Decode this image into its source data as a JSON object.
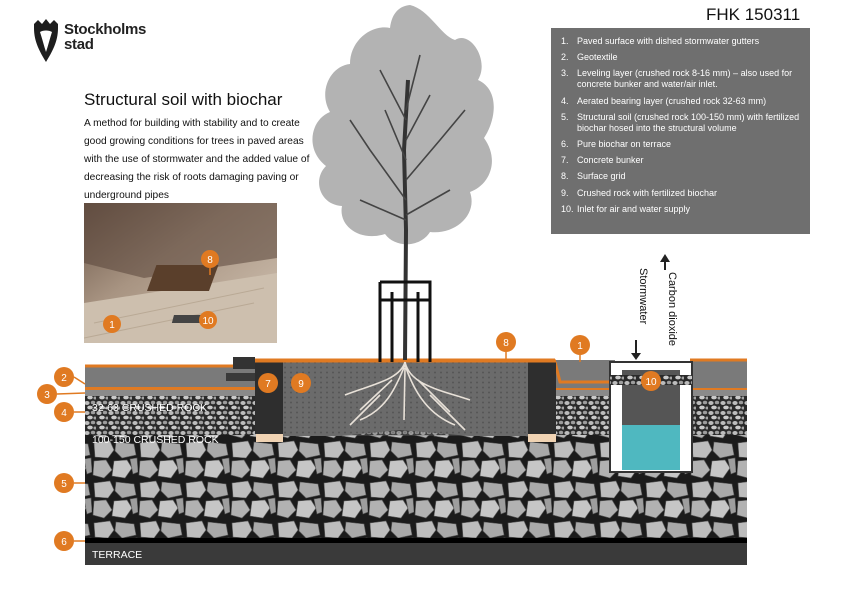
{
  "logo": {
    "line1": "Stockholms",
    "line2": "stad"
  },
  "doc_code": "FHK 150311",
  "title": "Structural soil with biochar",
  "description": "A method for building with stability and to create good growing conditions for trees in paved areas with the use of stormwater and the added value of decreasing the risk of roots damaging paving or underground pipes",
  "legend": [
    {
      "num": "1.",
      "text": "Paved surface with dished stormwater gutters"
    },
    {
      "num": "2.",
      "text": "Geotextile"
    },
    {
      "num": "3.",
      "text": "Leveling layer (crushed rock 8-16 mm) – also used for concrete bunker and water/air inlet."
    },
    {
      "num": "4.",
      "text": "Aerated bearing layer (crushed rock 32-63 mm)"
    },
    {
      "num": "5.",
      "text": "Structural soil (crushed rock 100-150 mm) with fertilized biochar hosed into the structural volume"
    },
    {
      "num": "6.",
      "text": "Pure biochar on terrace"
    },
    {
      "num": "7.",
      "text": "Concrete bunker"
    },
    {
      "num": "8.",
      "text": "Surface grid"
    },
    {
      "num": "9.",
      "text": "Crushed rock with fertilized biochar"
    },
    {
      "num": "10.",
      "text": "Inlet for air and water supply"
    }
  ],
  "layer_labels": {
    "rock_32_63": "32-63 CRUSHED ROCK",
    "rock_100_150": "100-150 CRUSHED ROCK",
    "terrace": "TERRACE"
  },
  "arrows": {
    "stormwater": "Stormwater",
    "carbon_dioxide": "Carbon dioxide"
  },
  "badges": {
    "b1": "1",
    "b2": "2",
    "b3": "3",
    "b4": "4",
    "b5": "5",
    "b6": "6",
    "b7": "7",
    "b8": "8",
    "b9": "9",
    "b10": "10",
    "photo8": "8",
    "photo1": "1",
    "photo10": "10"
  },
  "colors": {
    "accent": "#e07a22",
    "legend_bg": "#6f6f6f",
    "paving": "#4d4d4d",
    "asphalt_grey": "#7a7a7a"
  }
}
